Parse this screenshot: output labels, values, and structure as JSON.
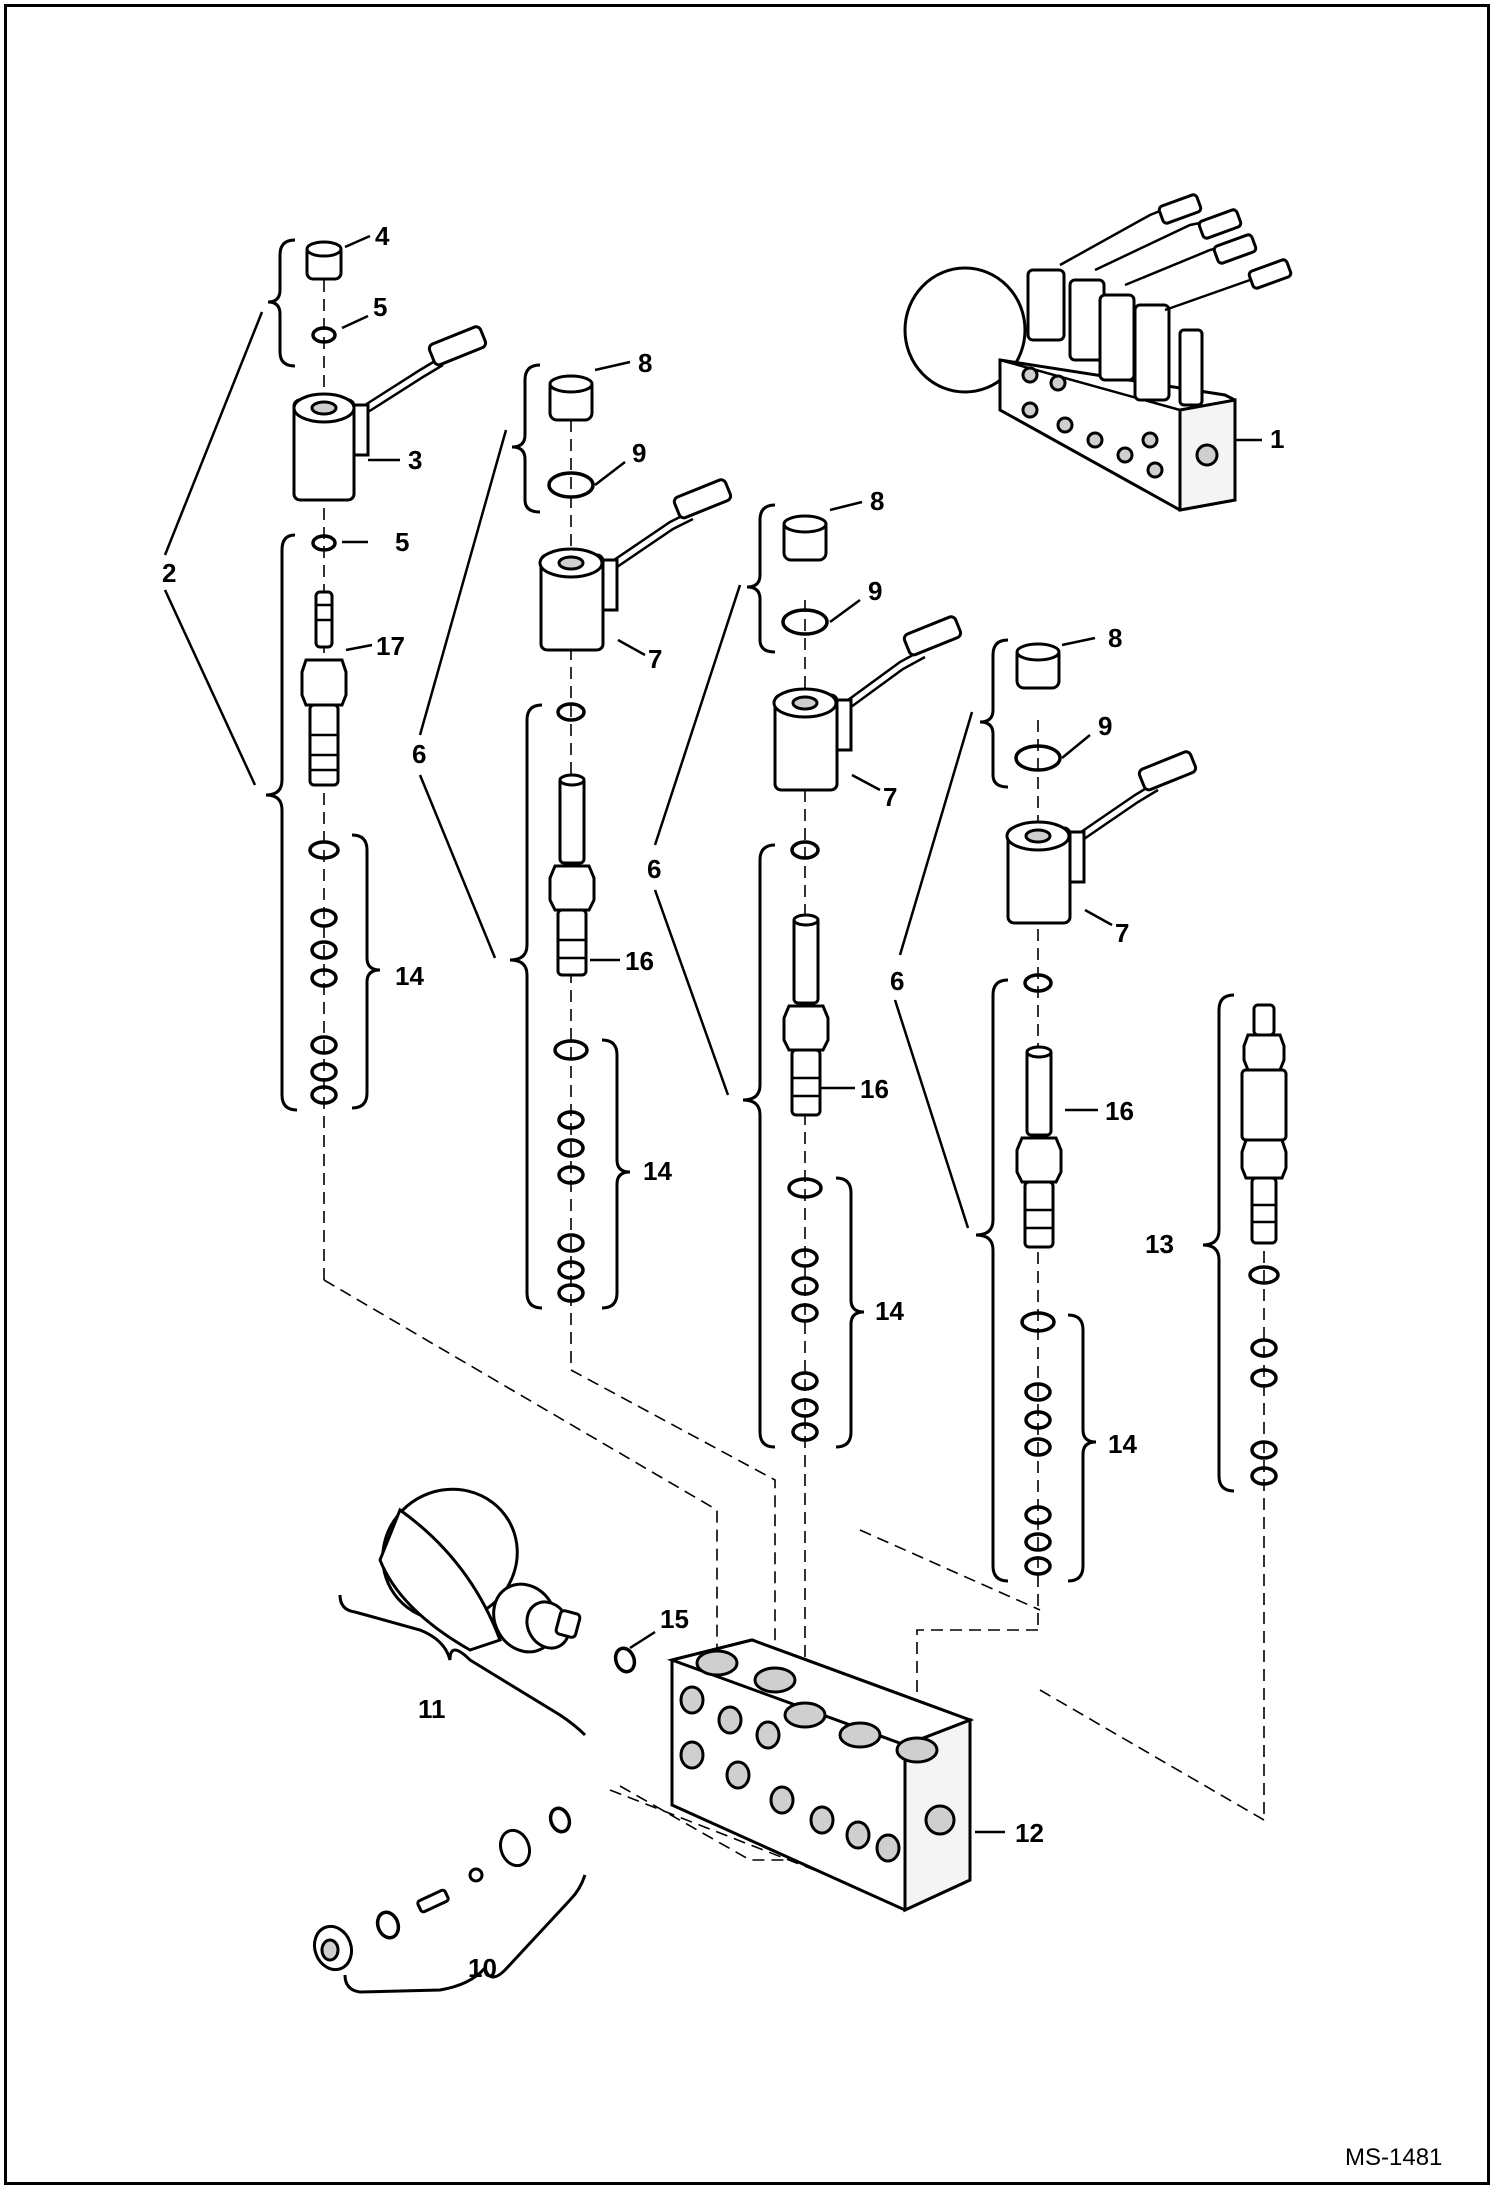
{
  "diagram": {
    "drawing_code": "MS-1481",
    "callouts": [
      "1",
      "2",
      "3",
      "4",
      "5",
      "6",
      "7",
      "8",
      "9",
      "10",
      "11",
      "12",
      "13",
      "14",
      "15",
      "16",
      "17"
    ]
  },
  "colors": {
    "line": "#000000",
    "background": "#ffffff",
    "shade": "#cfcfcf"
  }
}
